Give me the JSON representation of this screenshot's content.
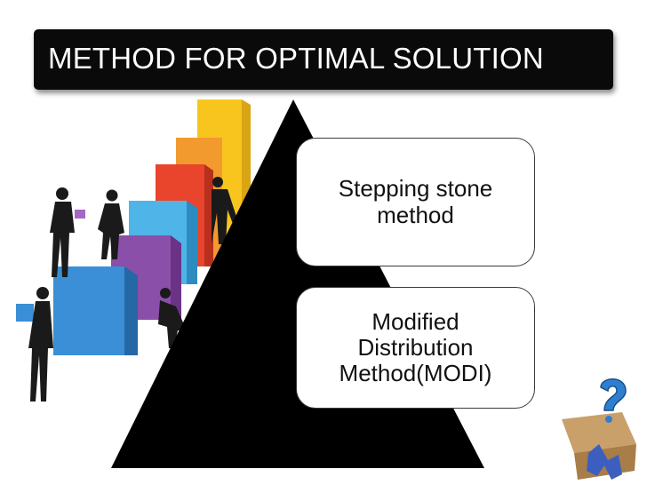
{
  "slide": {
    "title": "METHOD FOR OPTIMAL SOLUTION",
    "items": [
      {
        "label": "Stepping stone\nmethod"
      },
      {
        "label": "Modified\nDistribution\nMethod(MODI)"
      }
    ]
  },
  "icons": {
    "left": "business-people-climbing-blocks-illustration",
    "bottom_right": "question-mark-box-figure-icon"
  },
  "colors": {
    "title_bg": "#0a0a0a",
    "pyramid": "#000000",
    "block_blue": "#3a8fd6",
    "block_purple": "#8a4fa8",
    "block_cyan": "#4fb4e8",
    "block_red": "#e8452c",
    "block_orange": "#f29a2e",
    "block_yellow": "#f7c51e"
  }
}
